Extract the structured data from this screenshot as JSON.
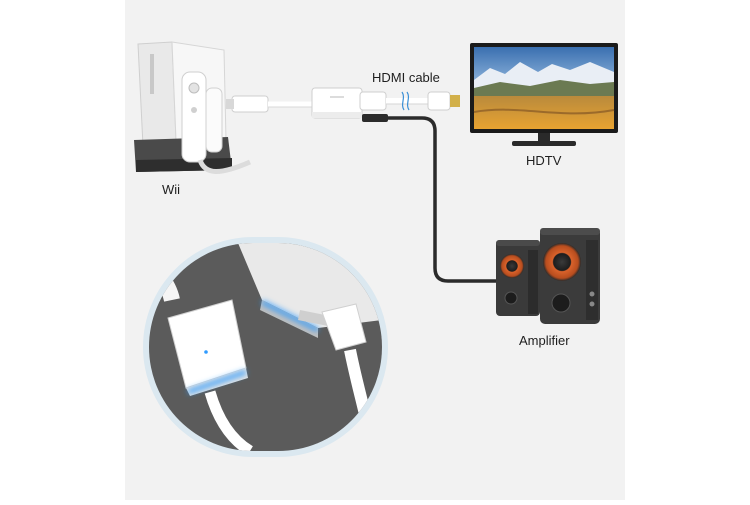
{
  "labels": {
    "hdmi_cable": "HDMI cable",
    "hdtv": "HDTV",
    "wii": "Wii",
    "amplifier": "Amplifier"
  },
  "colors": {
    "panel": "#f2f2f2",
    "side": "#ffffff",
    "cable_white": "#ffffff",
    "cable_black": "#2b2b2b",
    "zoom_background": "#5b5b5b",
    "zoom_ring": "#dbe8f0",
    "glow": "#2f9bff",
    "speaker_accent": "#d9622b"
  },
  "icons": [
    "wii-console",
    "wii-remote",
    "hdmi-adapter",
    "hdtv-screen",
    "speaker-left",
    "speaker-right",
    "zoom-inset"
  ]
}
